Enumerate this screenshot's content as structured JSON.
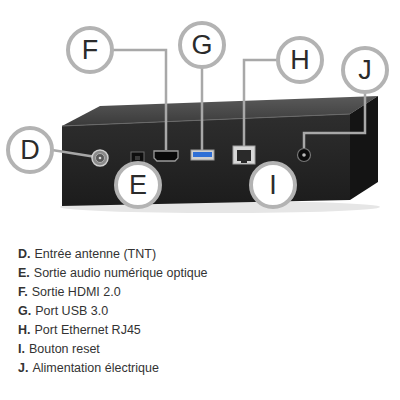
{
  "diagram": {
    "nodes": [
      {
        "text": [
          "F"
        ]
      },
      {
        "text": [
          "G"
        ]
      },
      {
        "text": [
          "H"
        ]
      },
      {
        "text": [
          "J"
        ]
      },
      {
        "text": [
          "D"
        ]
      },
      {
        "text": [
          "E"
        ]
      },
      {
        "text": [
          "I"
        ]
      }
    ],
    "labels": [
      "D.",
      "Entrée antenne (TNT)",
      "E.",
      "Sortie audio numérique optique",
      "F.",
      "Sortie HDMI 2.0",
      "G.",
      "Port USB 3.0",
      "H.",
      "Port Ethernet RJ45",
      "I.",
      "Bouton reset",
      "J.",
      "Alimentation électrique"
    ]
  }
}
